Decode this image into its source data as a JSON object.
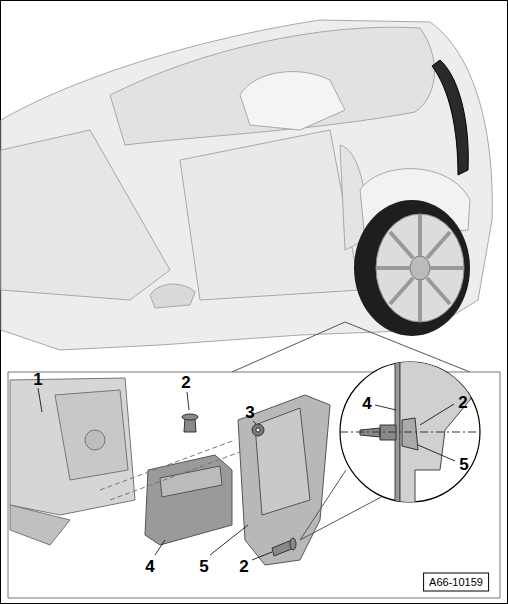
{
  "diagram": {
    "labels": [
      "1",
      "2",
      "3",
      "4",
      "2",
      "5",
      "4",
      "5",
      "2",
      "A66-10159"
    ]
  }
}
